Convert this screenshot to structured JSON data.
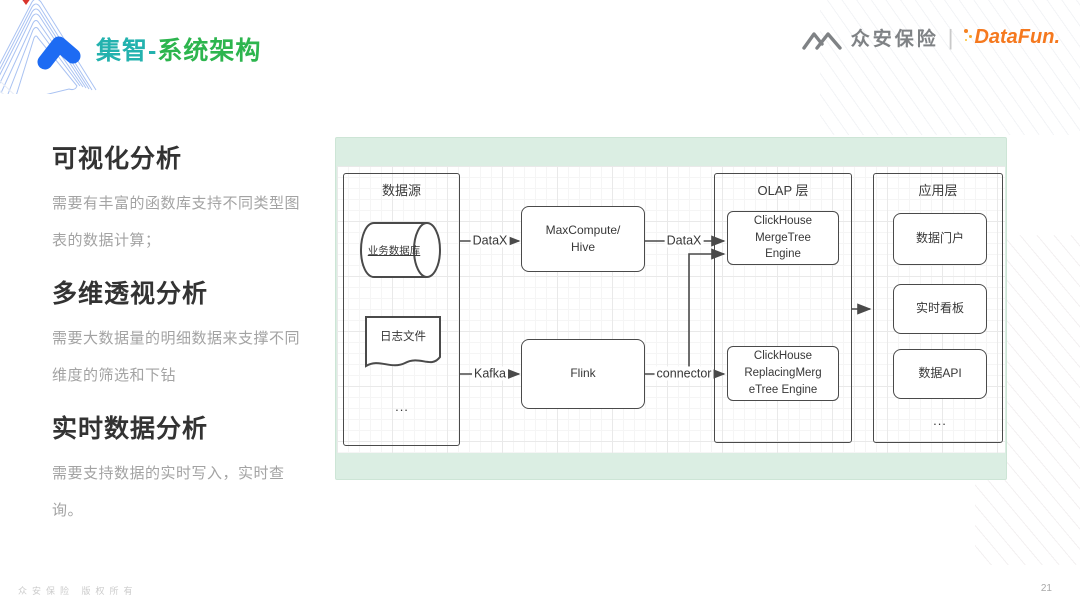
{
  "header": {
    "title_part1": "集智-",
    "title_part2": "系统架构",
    "brand": {
      "zhongan_label": "众安保险",
      "divider": "|",
      "datafun_label": "DataFun."
    }
  },
  "sections": [
    {
      "heading": "可视化分析",
      "body": "需要有丰富的函数库支持不同类型图表的数据计算；"
    },
    {
      "heading": "多维透视分析",
      "body": "需要大数据量的明细数据来支撑不同维度的筛选和下钻"
    },
    {
      "heading": "实时数据分析",
      "body": "需要支持数据的实时写入，实时查询。"
    }
  ],
  "diagram": {
    "containers": {
      "source": {
        "title": "数据源",
        "ellipsis": "..."
      },
      "olap": {
        "title": "OLAP 层"
      },
      "app": {
        "title": "应用层",
        "ellipsis": "..."
      }
    },
    "nodes": {
      "business_db": "业务数据库",
      "log_file": "日志文件",
      "maxcompute": {
        "line1": "MaxCompute/",
        "line2": "Hive"
      },
      "flink": "Flink",
      "ch_mergetree": {
        "line1": "ClickHouse",
        "line2": "MergeTree",
        "line3": "Engine"
      },
      "ch_replacing": {
        "line1": "ClickHouse",
        "line2": "ReplacingMerg",
        "line3": "eTree Engine"
      },
      "data_portal": "数据门户",
      "realtime_board": "实时看板",
      "data_api": "数据API"
    },
    "edges": {
      "datax1": "DataX",
      "datax2": "DataX",
      "kafka": "Kafka",
      "connector": "connector"
    }
  },
  "footer": {
    "copyright": "众安保险  版权所有",
    "page": "21"
  },
  "colors": {
    "title_teal": "#23b2ae",
    "title_green": "#2db54e",
    "panel_mint": "#dbeee3",
    "diagram_stroke": "#4a4a4a",
    "datafun_orange": "#f5791f",
    "zhongan_gray": "#7f8285",
    "logo_blue": "#1d6bf3"
  }
}
